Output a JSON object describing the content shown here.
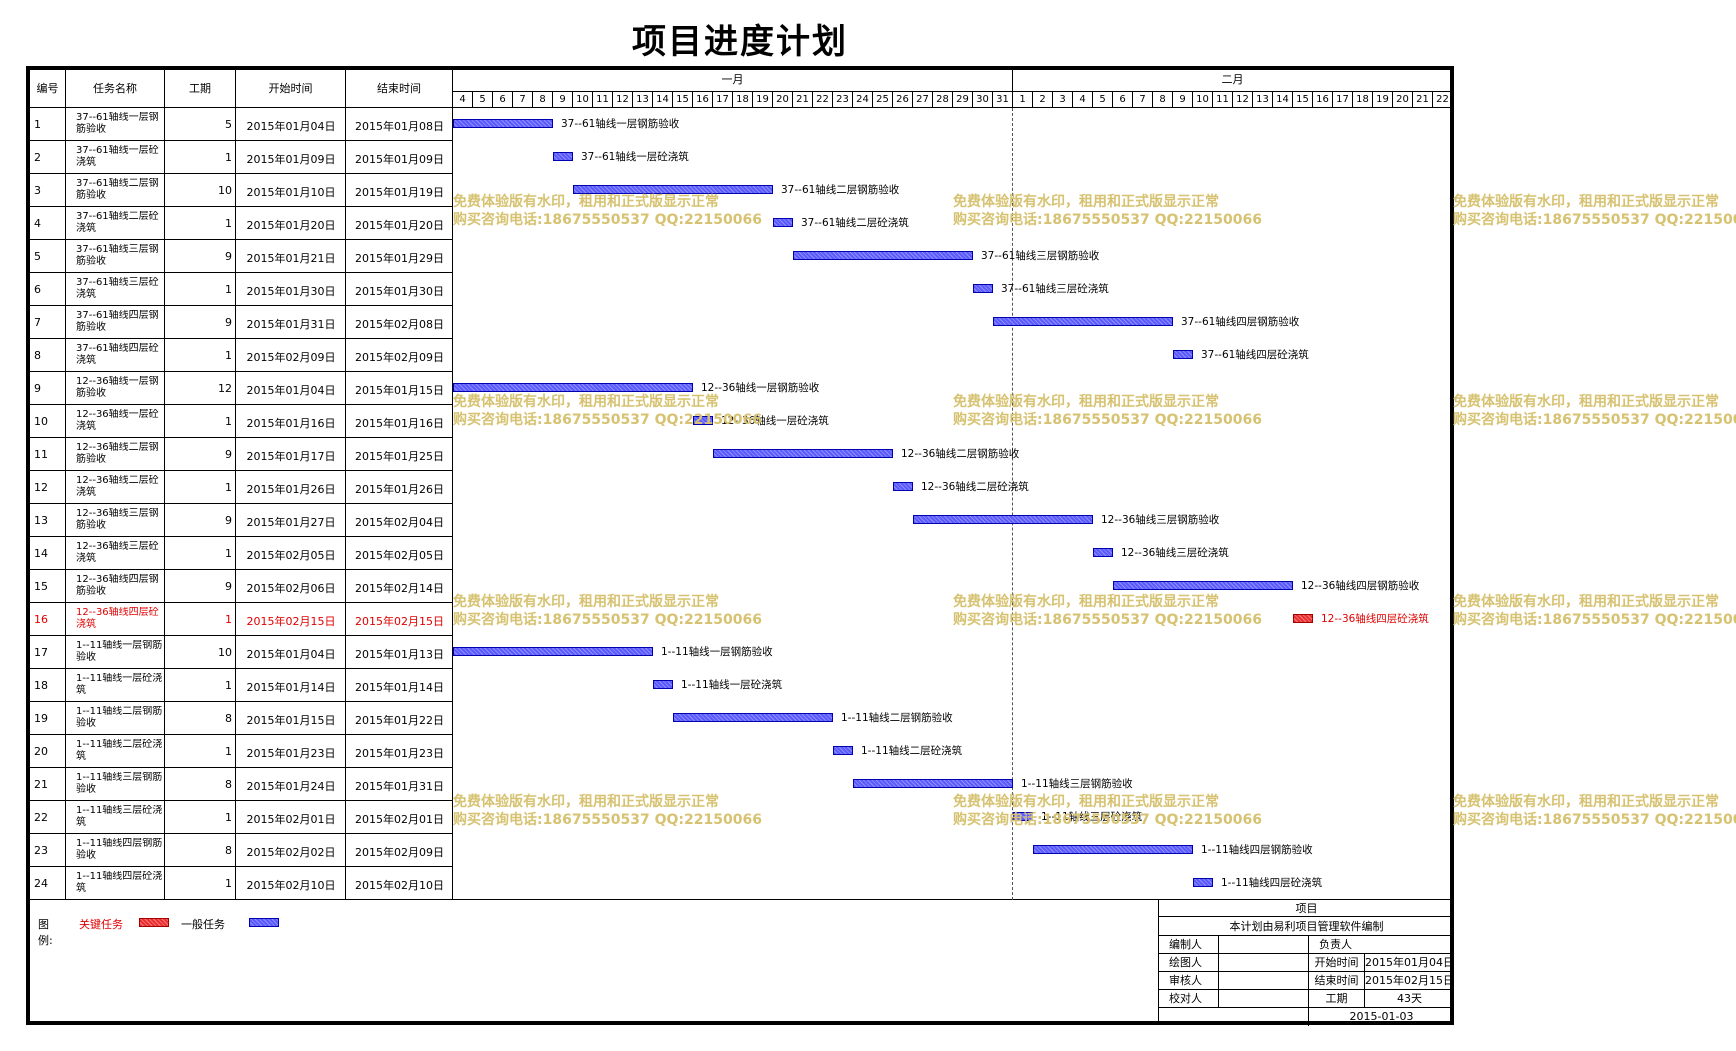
{
  "title": "项目进度计划",
  "columns": {
    "id": "编号",
    "name": "任务名称",
    "duration": "工期",
    "start": "开始时间",
    "end": "结束时间"
  },
  "months": [
    {
      "label": "一月"
    },
    {
      "label": "二月"
    }
  ],
  "days": [
    "4",
    "5",
    "6",
    "7",
    "8",
    "9",
    "10",
    "11",
    "12",
    "13",
    "14",
    "15",
    "16",
    "17",
    "18",
    "19",
    "20",
    "21",
    "22",
    "23",
    "24",
    "25",
    "26",
    "27",
    "28",
    "29",
    "30",
    "31",
    "1",
    "2",
    "3",
    "4",
    "5",
    "6",
    "7",
    "8",
    "9",
    "10",
    "11",
    "12",
    "13",
    "14",
    "15",
    "16",
    "17",
    "18",
    "19",
    "20",
    "21",
    "22"
  ],
  "tasks": [
    {
      "id": "1",
      "name": "37--61轴线一层钢筋验收",
      "duration": "5",
      "start": "2015年01月04日",
      "end": "2015年01月08日",
      "s": 0,
      "d": 5,
      "critical": false
    },
    {
      "id": "2",
      "name": "37--61轴线一层砼浇筑",
      "duration": "1",
      "start": "2015年01月09日",
      "end": "2015年01月09日",
      "s": 5,
      "d": 1,
      "critical": false
    },
    {
      "id": "3",
      "name": "37--61轴线二层钢筋验收",
      "duration": "10",
      "start": "2015年01月10日",
      "end": "2015年01月19日",
      "s": 6,
      "d": 10,
      "critical": false
    },
    {
      "id": "4",
      "name": "37--61轴线二层砼浇筑",
      "duration": "1",
      "start": "2015年01月20日",
      "end": "2015年01月20日",
      "s": 16,
      "d": 1,
      "critical": false
    },
    {
      "id": "5",
      "name": "37--61轴线三层钢筋验收",
      "duration": "9",
      "start": "2015年01月21日",
      "end": "2015年01月29日",
      "s": 17,
      "d": 9,
      "critical": false
    },
    {
      "id": "6",
      "name": "37--61轴线三层砼浇筑",
      "duration": "1",
      "start": "2015年01月30日",
      "end": "2015年01月30日",
      "s": 26,
      "d": 1,
      "critical": false
    },
    {
      "id": "7",
      "name": "37--61轴线四层钢筋验收",
      "duration": "9",
      "start": "2015年01月31日",
      "end": "2015年02月08日",
      "s": 27,
      "d": 9,
      "critical": false
    },
    {
      "id": "8",
      "name": "37--61轴线四层砼浇筑",
      "duration": "1",
      "start": "2015年02月09日",
      "end": "2015年02月09日",
      "s": 36,
      "d": 1,
      "critical": false
    },
    {
      "id": "9",
      "name": "12--36轴线一层钢筋验收",
      "duration": "12",
      "start": "2015年01月04日",
      "end": "2015年01月15日",
      "s": 0,
      "d": 12,
      "critical": false
    },
    {
      "id": "10",
      "name": "12--36轴线一层砼浇筑",
      "duration": "1",
      "start": "2015年01月16日",
      "end": "2015年01月16日",
      "s": 12,
      "d": 1,
      "critical": false
    },
    {
      "id": "11",
      "name": "12--36轴线二层钢筋验收",
      "duration": "9",
      "start": "2015年01月17日",
      "end": "2015年01月25日",
      "s": 13,
      "d": 9,
      "critical": false
    },
    {
      "id": "12",
      "name": "12--36轴线二层砼浇筑",
      "duration": "1",
      "start": "2015年01月26日",
      "end": "2015年01月26日",
      "s": 22,
      "d": 1,
      "critical": false
    },
    {
      "id": "13",
      "name": "12--36轴线三层钢筋验收",
      "duration": "9",
      "start": "2015年01月27日",
      "end": "2015年02月04日",
      "s": 23,
      "d": 9,
      "critical": false
    },
    {
      "id": "14",
      "name": "12--36轴线三层砼浇筑",
      "duration": "1",
      "start": "2015年02月05日",
      "end": "2015年02月05日",
      "s": 32,
      "d": 1,
      "critical": false
    },
    {
      "id": "15",
      "name": "12--36轴线四层钢筋验收",
      "duration": "9",
      "start": "2015年02月06日",
      "end": "2015年02月14日",
      "s": 33,
      "d": 9,
      "critical": false
    },
    {
      "id": "16",
      "name": "12--36轴线四层砼浇筑",
      "duration": "1",
      "start": "2015年02月15日",
      "end": "2015年02月15日",
      "s": 42,
      "d": 1,
      "critical": true
    },
    {
      "id": "17",
      "name": "1--11轴线一层钢筋验收",
      "duration": "10",
      "start": "2015年01月04日",
      "end": "2015年01月13日",
      "s": 0,
      "d": 10,
      "critical": false
    },
    {
      "id": "18",
      "name": "1--11轴线一层砼浇筑",
      "duration": "1",
      "start": "2015年01月14日",
      "end": "2015年01月14日",
      "s": 10,
      "d": 1,
      "critical": false
    },
    {
      "id": "19",
      "name": "1--11轴线二层钢筋验收",
      "duration": "8",
      "start": "2015年01月15日",
      "end": "2015年01月22日",
      "s": 11,
      "d": 8,
      "critical": false
    },
    {
      "id": "20",
      "name": "1--11轴线二层砼浇筑",
      "duration": "1",
      "start": "2015年01月23日",
      "end": "2015年01月23日",
      "s": 19,
      "d": 1,
      "critical": false
    },
    {
      "id": "21",
      "name": "1--11轴线三层钢筋验收",
      "duration": "8",
      "start": "2015年01月24日",
      "end": "2015年01月31日",
      "s": 20,
      "d": 8,
      "critical": false
    },
    {
      "id": "22",
      "name": "1--11轴线三层砼浇筑",
      "duration": "1",
      "start": "2015年02月01日",
      "end": "2015年02月01日",
      "s": 28,
      "d": 1,
      "critical": false
    },
    {
      "id": "23",
      "name": "1--11轴线四层钢筋验收",
      "duration": "8",
      "start": "2015年02月02日",
      "end": "2015年02月09日",
      "s": 29,
      "d": 8,
      "critical": false
    },
    {
      "id": "24",
      "name": "1--11轴线四层砼浇筑",
      "duration": "1",
      "start": "2015年02月10日",
      "end": "2015年02月10日",
      "s": 37,
      "d": 1,
      "critical": false
    }
  ],
  "legend": {
    "label": "图例:",
    "critical": "关键任务",
    "normal": "一般任务"
  },
  "titleblock": {
    "header": "项目",
    "subtitle": "本计划由易利项目管理软件编制",
    "compiler": "编制人",
    "owner": "负责人",
    "drafter": "绘图人",
    "start_label": "开始时间",
    "start_value": "2015年01月04日",
    "reviewer": "审核人",
    "end_label": "结束时间",
    "end_value": "2015年02月15日",
    "checker": "校对人",
    "duration_label": "工期",
    "duration_value": "43天",
    "date": "2015-01-03"
  },
  "watermark": {
    "line1": "免费体验版有水印，租用和正式版显示正常",
    "line2": "购买咨询电话:18675550537 QQ:22150066"
  },
  "colors": {
    "normal_bar": "#6a6aff",
    "critical_bar": "#e83030",
    "critical_text": "#e00000",
    "watermark": "#d6c270"
  }
}
